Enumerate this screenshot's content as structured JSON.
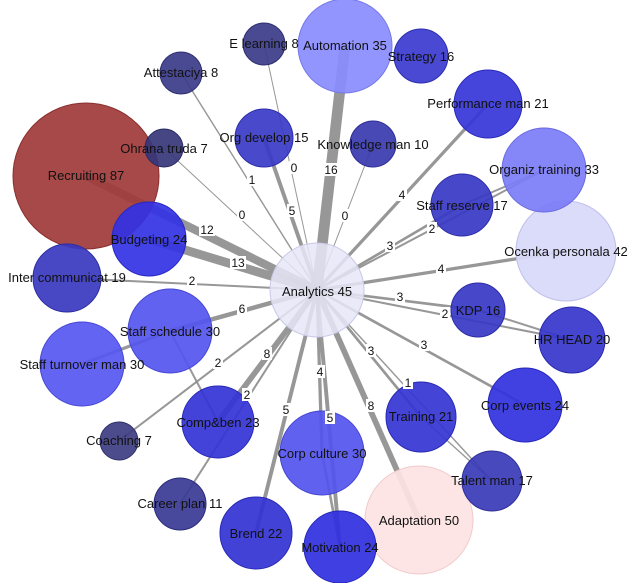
{
  "graph": {
    "center": "analytics",
    "nodes": [
      {
        "id": "analytics",
        "label": "Analytics 45",
        "color": "#e6e6f8",
        "stroke": "#c8c8e8"
      },
      {
        "id": "recruiting",
        "label": "Recruiting 87",
        "color": "#a03a3a",
        "stroke": "#8a2e2e"
      },
      {
        "id": "elearning",
        "label": "E learning 8",
        "color": "#3b3b8a",
        "stroke": "#2f2f70"
      },
      {
        "id": "automation",
        "label": "Automation 35",
        "color": "#8a8cff",
        "stroke": "#7678e8"
      },
      {
        "id": "strategy",
        "label": "Strategy 16",
        "color": "#3a3ad0",
        "stroke": "#2e2eb0"
      },
      {
        "id": "attestaciya",
        "label": "Attestaciya 8",
        "color": "#3b3b8a",
        "stroke": "#2f2f70"
      },
      {
        "id": "performance",
        "label": "Performance man 21",
        "color": "#3535d8",
        "stroke": "#2a2ab8"
      },
      {
        "id": "orgdevelop",
        "label": "Org develop 15",
        "color": "#3a3ac8",
        "stroke": "#2e2eaa"
      },
      {
        "id": "knowledge",
        "label": "Knowledge man 10",
        "color": "#3a3ab0",
        "stroke": "#2e2e95"
      },
      {
        "id": "ohrana",
        "label": "Ohrana truda 7",
        "color": "#36367a",
        "stroke": "#2a2a62"
      },
      {
        "id": "organiz",
        "label": "Organiz training 33",
        "color": "#7b7cf6",
        "stroke": "#6a6be0"
      },
      {
        "id": "staffreserve",
        "label": "Staff reserve 17",
        "color": "#3737c6",
        "stroke": "#2c2ca8"
      },
      {
        "id": "budgeting",
        "label": "Budgeting 24",
        "color": "#3232e4",
        "stroke": "#2828c4"
      },
      {
        "id": "ocenka",
        "label": "Ocenka personala 42",
        "color": "#d8d8fa",
        "stroke": "#c0c0ea"
      },
      {
        "id": "intercomm",
        "label": "Inter communicat 19",
        "color": "#3838c0",
        "stroke": "#2c2ca4"
      },
      {
        "id": "kdp",
        "label": "KDP 16",
        "color": "#3737c6",
        "stroke": "#2c2ca8"
      },
      {
        "id": "hrhead",
        "label": "HR HEAD 20",
        "color": "#3535cc",
        "stroke": "#2a2aae"
      },
      {
        "id": "staffschedule",
        "label": "Staff schedule 30",
        "color": "#5555f0",
        "stroke": "#4646d4"
      },
      {
        "id": "staffturnover",
        "label": "Staff turnover man 30",
        "color": "#5757f2",
        "stroke": "#4848d6"
      },
      {
        "id": "coaching",
        "label": "Coaching 7",
        "color": "#3d3d82",
        "stroke": "#30306a"
      },
      {
        "id": "compben",
        "label": "Comp&ben 23",
        "color": "#3333d6",
        "stroke": "#2828b8"
      },
      {
        "id": "training",
        "label": "Training 21",
        "color": "#3434d2",
        "stroke": "#2929b4"
      },
      {
        "id": "corpevents",
        "label": "Corp events 24",
        "color": "#3131de",
        "stroke": "#2727be"
      },
      {
        "id": "corpculture",
        "label": "Corp culture 30",
        "color": "#5454ee",
        "stroke": "#4545d2"
      },
      {
        "id": "talentman",
        "label": "Talent man 17",
        "color": "#3a3ab8",
        "stroke": "#2e2e9c"
      },
      {
        "id": "careerplan",
        "label": "Career plan 11",
        "color": "#383894",
        "stroke": "#2c2c7a"
      },
      {
        "id": "adaptation",
        "label": "Adaptation 50",
        "color": "#fde3e3",
        "stroke": "#f0caca"
      },
      {
        "id": "brend",
        "label": "Brend 22",
        "color": "#3232d4",
        "stroke": "#2828b6"
      },
      {
        "id": "motivation",
        "label": "Motivation 24",
        "color": "#3030e0",
        "stroke": "#2626c0"
      }
    ],
    "edges": [
      {
        "to": "automation",
        "label": "16",
        "weight": 16
      },
      {
        "to": "elearning",
        "label": "0",
        "weight": 0
      },
      {
        "to": "orgdevelop",
        "label": "5",
        "weight": 5
      },
      {
        "to": "knowledge",
        "label": "0",
        "weight": 0
      },
      {
        "to": "ohrana",
        "label": "0",
        "weight": 0
      },
      {
        "to": "attestaciya",
        "label": "1",
        "weight": 1
      },
      {
        "to": "performance",
        "label": "4",
        "weight": 4
      },
      {
        "to": "staffreserve",
        "label": "3",
        "weight": 3
      },
      {
        "to": "organiz",
        "label": "2",
        "weight": 2
      },
      {
        "to": "ocenka",
        "label": "4",
        "weight": 4
      },
      {
        "to": "recruiting",
        "label": "12",
        "weight": 12
      },
      {
        "to": "budgeting",
        "label": "13",
        "weight": 13
      },
      {
        "to": "intercomm",
        "label": "2",
        "weight": 2
      },
      {
        "to": "kdp",
        "label": "3",
        "weight": 3
      },
      {
        "to": "hrhead",
        "label": "2",
        "weight": 2
      },
      {
        "to": "staffschedule",
        "label": "6",
        "weight": 6
      },
      {
        "to": "coaching",
        "label": "2",
        "weight": 2
      },
      {
        "to": "compben",
        "label": "8",
        "weight": 8
      },
      {
        "to": "careerplan",
        "label": "2",
        "weight": 2
      },
      {
        "to": "brend",
        "label": "5",
        "weight": 5
      },
      {
        "to": "corpculture",
        "label": "4",
        "weight": 4
      },
      {
        "to": "motivation",
        "label": "5",
        "weight": 5
      },
      {
        "to": "adaptation",
        "label": "8",
        "weight": 8
      },
      {
        "to": "training",
        "label": "3",
        "weight": 3
      },
      {
        "to": "talentman",
        "label": "1",
        "weight": 1
      },
      {
        "to": "corpevents",
        "label": "3",
        "weight": 3
      }
    ]
  }
}
